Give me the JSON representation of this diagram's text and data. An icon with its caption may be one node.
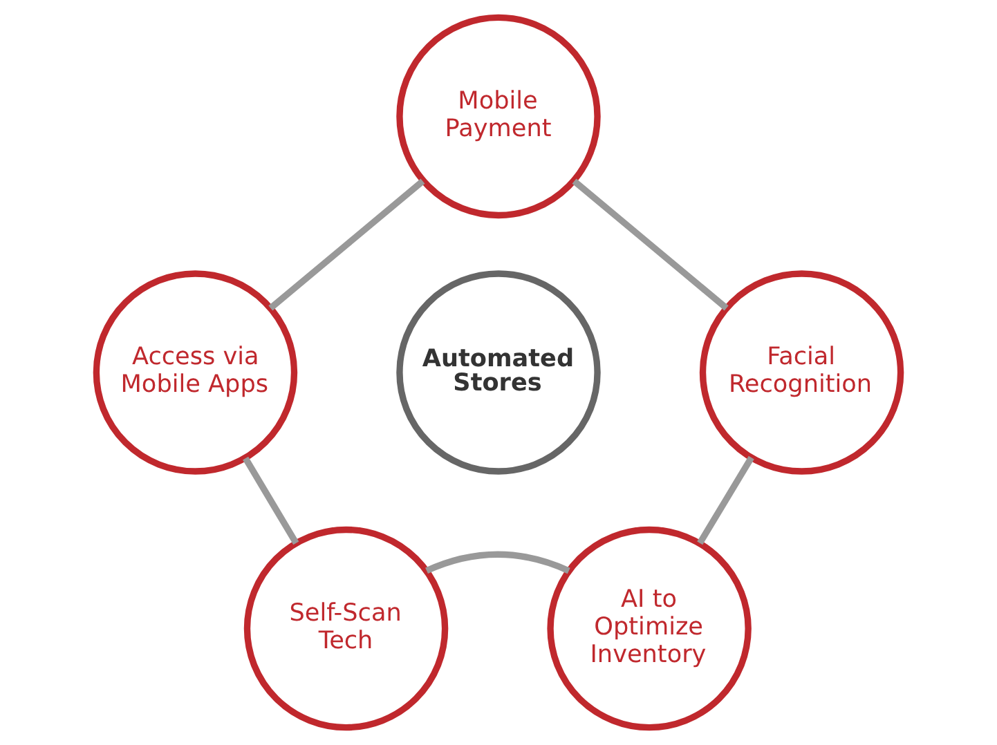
{
  "diagram": {
    "nodes": [
      {
        "text": [
          "Mobile Payment"
        ]
      },
      {
        "text": [
          "Access via Mobile Apps"
        ]
      },
      {
        "text": [
          "Facial Recognition"
        ]
      },
      {
        "text": [
          "Automated Stores"
        ]
      },
      {
        "text": [
          "Self-Scan Tech"
        ]
      },
      {
        "text": [
          "AI to Optimize Inventory"
        ]
      }
    ],
    "edges": [
      {
        "from": 0,
        "to": 2,
        "arrow": "none"
      },
      {
        "from": 2,
        "to": 5,
        "arrow": "none"
      },
      {
        "from": 5,
        "to": 4,
        "arrow": "none"
      },
      {
        "from": 4,
        "to": 1,
        "arrow": "none"
      },
      {
        "from": 1,
        "to": 0,
        "arrow": "none"
      }
    ]
  }
}
